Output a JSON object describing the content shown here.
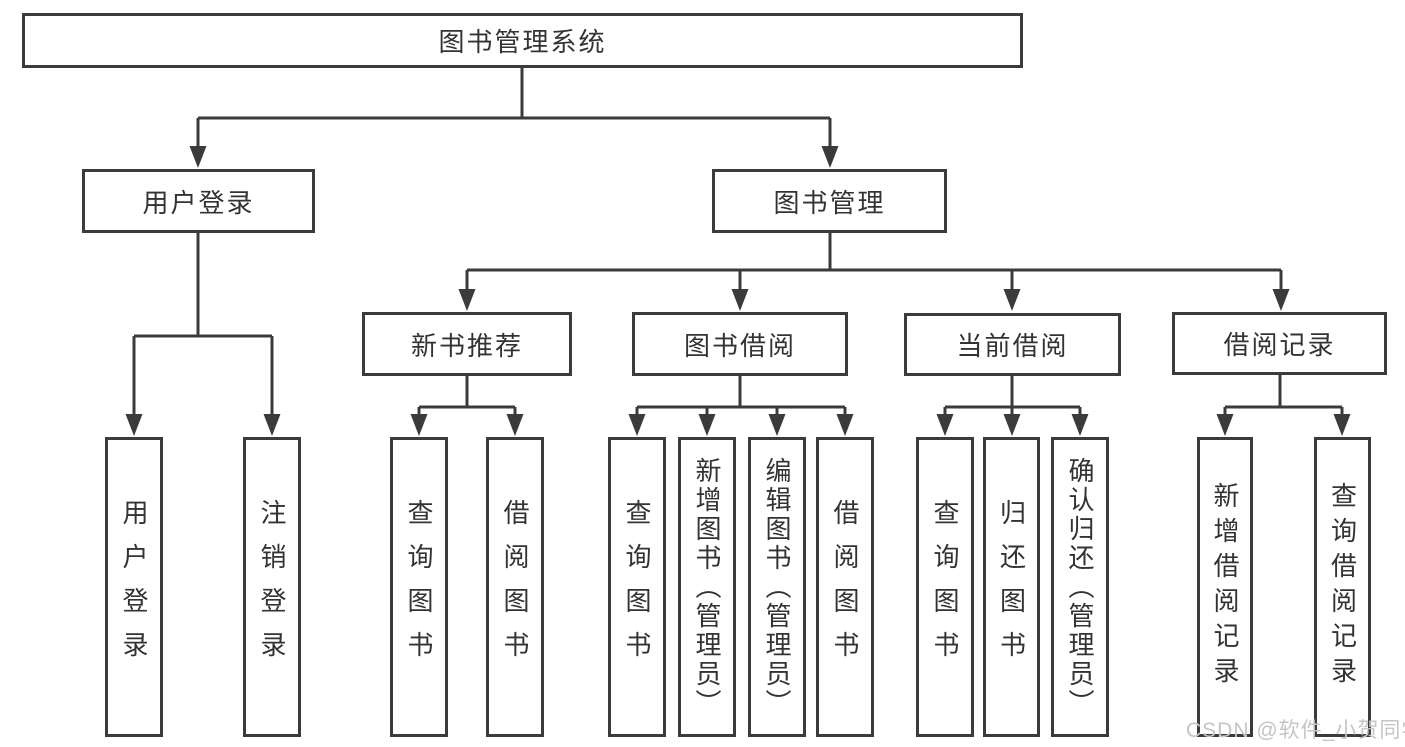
{
  "diagram": {
    "type": "hierarchy-tree",
    "colors": {
      "line": "#3b3b3b",
      "box_border": "#3b3b3b",
      "text": "#333333",
      "background": "#ffffff",
      "watermark": "#c5c5c5"
    },
    "root": {
      "label": "图书管理系统"
    },
    "level2": [
      {
        "label": "用户登录"
      },
      {
        "label": "图书管理"
      }
    ],
    "level3": [
      {
        "label": "新书推荐",
        "parent": "图书管理"
      },
      {
        "label": "图书借阅",
        "parent": "图书管理"
      },
      {
        "label": "当前借阅",
        "parent": "图书管理"
      },
      {
        "label": "借阅记录",
        "parent": "图书管理"
      }
    ],
    "leaves": [
      {
        "label": "用户登录",
        "parent": "用户登录"
      },
      {
        "label": "注销登录",
        "parent": "用户登录"
      },
      {
        "label": "查询图书",
        "parent": "新书推荐"
      },
      {
        "label": "借阅图书",
        "parent": "新书推荐"
      },
      {
        "label": "查询图书",
        "parent": "图书借阅"
      },
      {
        "label": "新增图书（管理员）",
        "parent": "图书借阅"
      },
      {
        "label": "编辑图书（管理员）",
        "parent": "图书借阅"
      },
      {
        "label": "借阅图书",
        "parent": "图书借阅"
      },
      {
        "label": "查询图书",
        "parent": "当前借阅"
      },
      {
        "label": "归还图书",
        "parent": "当前借阅"
      },
      {
        "label": "确认归还（管理员）",
        "parent": "当前借阅"
      },
      {
        "label": "新增借阅记录",
        "parent": "借阅记录"
      },
      {
        "label": "查询借阅记录",
        "parent": "借阅记录"
      }
    ]
  },
  "watermark": {
    "text": "CSDN @软件_小贺同学"
  }
}
